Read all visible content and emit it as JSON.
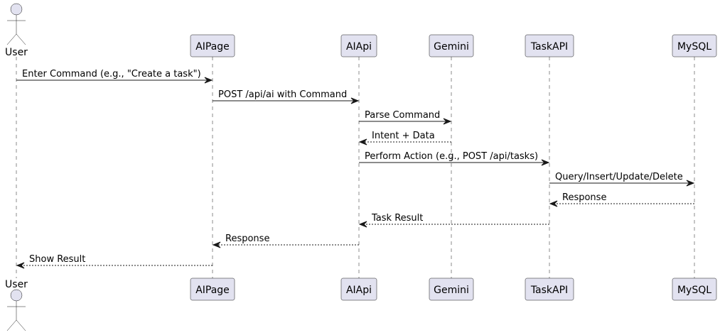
{
  "diagram": {
    "type": "sequence",
    "participants": [
      {
        "id": "user",
        "label": "User",
        "kind": "actor"
      },
      {
        "id": "aipage",
        "label": "AIPage",
        "kind": "participant"
      },
      {
        "id": "aiapi",
        "label": "AIApi",
        "kind": "participant"
      },
      {
        "id": "gemini",
        "label": "Gemini",
        "kind": "participant"
      },
      {
        "id": "taskapi",
        "label": "TaskAPI",
        "kind": "participant"
      },
      {
        "id": "mysql",
        "label": "MySQL",
        "kind": "participant"
      }
    ],
    "messages": [
      {
        "from": "user",
        "to": "aipage",
        "label": "Enter Command (e.g., \"Create a task\")",
        "style": "solid"
      },
      {
        "from": "aipage",
        "to": "aiapi",
        "label": "POST /api/ai with Command",
        "style": "solid"
      },
      {
        "from": "aiapi",
        "to": "gemini",
        "label": "Parse Command",
        "style": "solid"
      },
      {
        "from": "gemini",
        "to": "aiapi",
        "label": "Intent + Data",
        "style": "dashed"
      },
      {
        "from": "aiapi",
        "to": "taskapi",
        "label": "Perform Action (e.g., POST /api/tasks)",
        "style": "solid"
      },
      {
        "from": "taskapi",
        "to": "mysql",
        "label": "Query/Insert/Update/Delete",
        "style": "solid"
      },
      {
        "from": "mysql",
        "to": "taskapi",
        "label": "Response",
        "style": "dashed"
      },
      {
        "from": "taskapi",
        "to": "aiapi",
        "label": "Task Result",
        "style": "dashed"
      },
      {
        "from": "aiapi",
        "to": "aipage",
        "label": "Response",
        "style": "dashed"
      },
      {
        "from": "aipage",
        "to": "user",
        "label": "Show Result",
        "style": "dashed"
      }
    ]
  }
}
